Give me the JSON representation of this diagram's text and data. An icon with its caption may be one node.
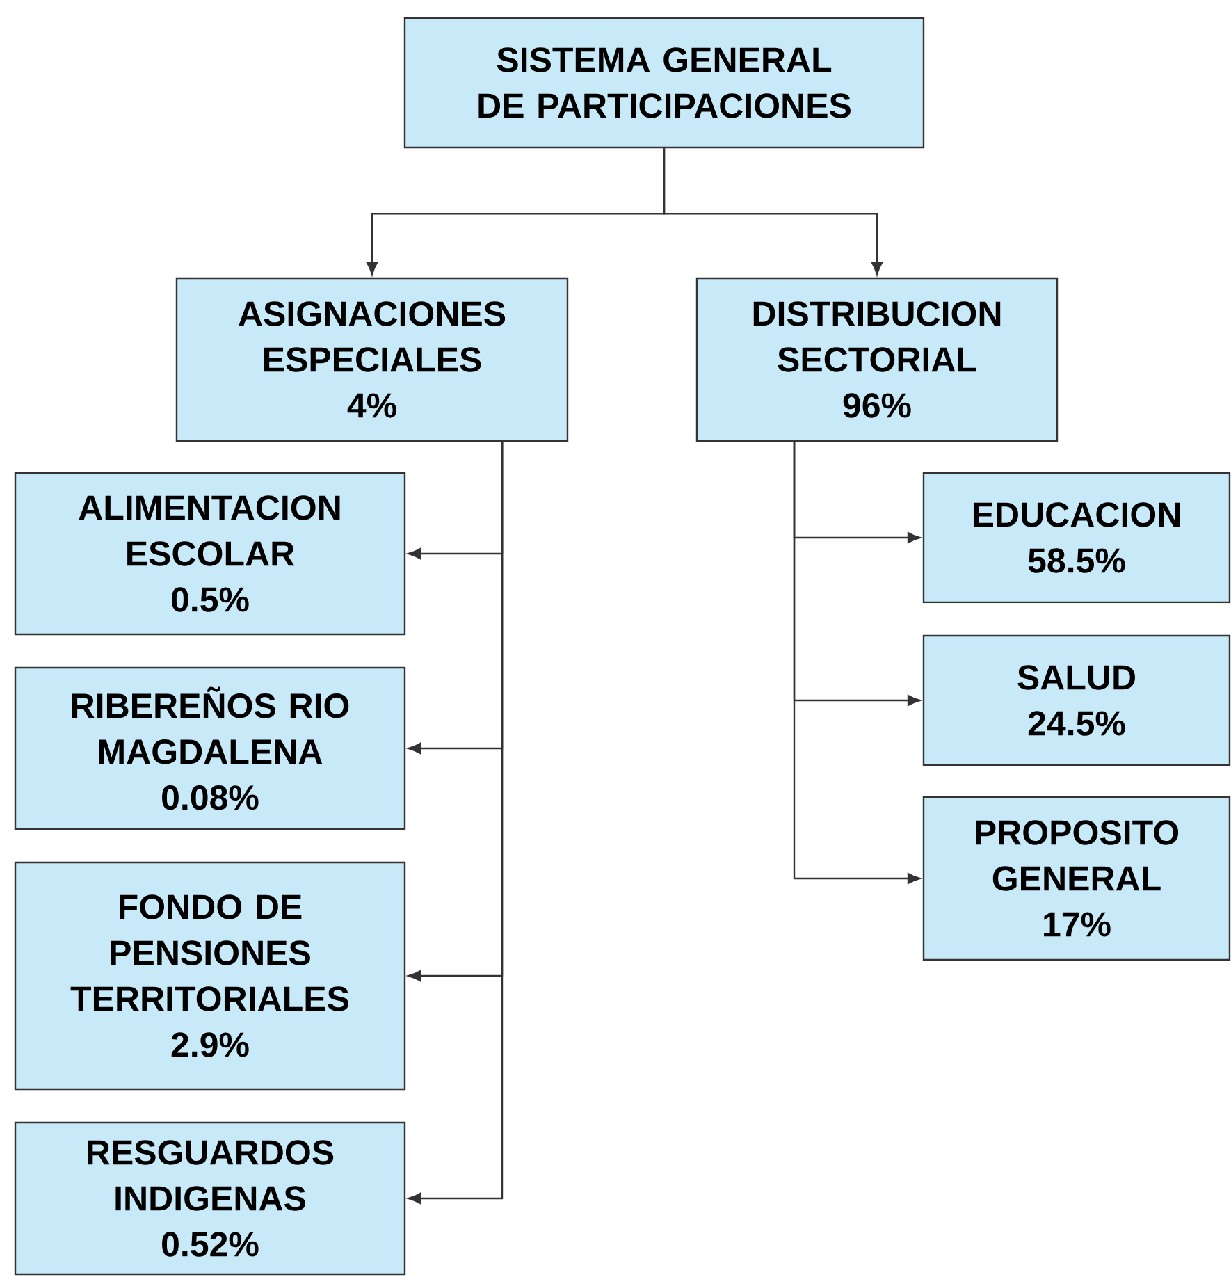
{
  "diagram": {
    "nodes": [
      {
        "text": [
          "SISTEMA GENERAL DE PARTICIPACIONES"
        ]
      },
      {
        "text": [
          "ASIGNACIONES ESPECIALES",
          "4%"
        ]
      },
      {
        "text": [
          "DISTRIBUCION SECTORIAL",
          "96%"
        ]
      },
      {
        "text": [
          "ALIMENTACION ESCOLAR",
          "0.5%"
        ]
      },
      {
        "text": [
          "RIBEREÑOS RIO MAGDALENA",
          "0.08%"
        ]
      },
      {
        "text": [
          "FONDO DE PENSIONES TERRITORIALES",
          "2.9%"
        ]
      },
      {
        "text": [
          "RESGUARDOS INDIGENAS",
          "0.52%"
        ]
      },
      {
        "text": [
          "EDUCACION",
          "58.5%"
        ]
      },
      {
        "text": [
          "SALUD",
          "24.5%"
        ]
      },
      {
        "text": [
          "PROPOSITO GENERAL",
          "17%"
        ]
      }
    ],
    "edges": [
      {
        "from": 0,
        "to": 1,
        "arrow": "to"
      },
      {
        "from": 0,
        "to": 2,
        "arrow": "to"
      },
      {
        "from": 1,
        "to": 3,
        "arrow": "to"
      },
      {
        "from": 1,
        "to": 4,
        "arrow": "to"
      },
      {
        "from": 1,
        "to": 5,
        "arrow": "to"
      },
      {
        "from": 1,
        "to": 6,
        "arrow": "to"
      },
      {
        "from": 2,
        "to": 7,
        "arrow": "to"
      },
      {
        "from": 2,
        "to": 8,
        "arrow": "to"
      },
      {
        "from": 2,
        "to": 9,
        "arrow": "to"
      }
    ]
  }
}
